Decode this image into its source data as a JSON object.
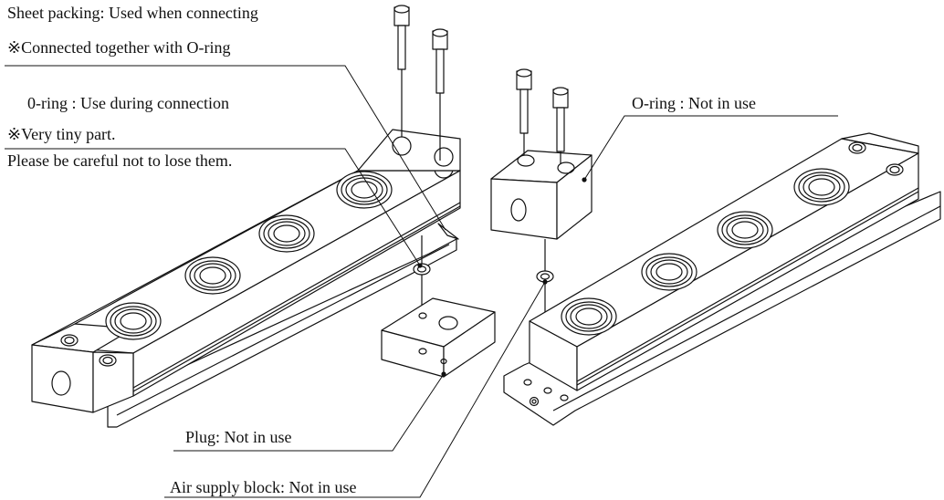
{
  "labels": {
    "sheet_packing": "Sheet packing: Used when connecting",
    "sheet_packing_note": "※Connected together with O-ring",
    "oring_use": "0-ring : Use during connection",
    "oring_note": "※Very tiny part.",
    "oring_warning": "Please be careful not to lose them.",
    "oring_not_in_use": "O-ring : Not in use",
    "plug": "Plug: Not in use",
    "air_supply_block": "Air supply block: Not in use"
  },
  "colors": {
    "line": "#111111",
    "fill": "#ffffff"
  }
}
